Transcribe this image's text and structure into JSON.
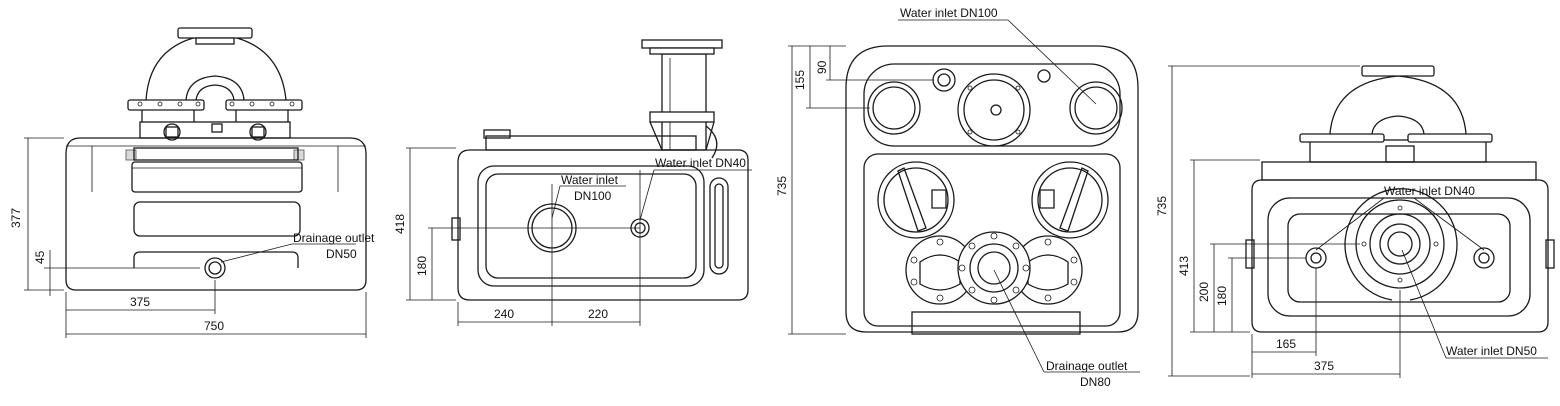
{
  "views": {
    "front": {
      "dims": {
        "height": "377",
        "outlet_height": "45",
        "half_width": "375",
        "width": "750"
      },
      "drainage": {
        "line1": "Drainage outlet",
        "line2": "DN50"
      }
    },
    "side": {
      "dims": {
        "height": "418",
        "inlet_height": "180",
        "offset_a": "240",
        "offset_b": "220"
      },
      "inlet_main": {
        "line1": "Water inlet",
        "line2": "DN100"
      },
      "inlet_small": "Water inlet DN40"
    },
    "top": {
      "dims": {
        "depth": "735",
        "offset_155": "155",
        "offset_90": "90"
      },
      "inlet": "Water inlet DN100",
      "drainage": {
        "line1": "Drainage outlet",
        "line2": "DN80"
      }
    },
    "rear": {
      "dims": {
        "depth": "735",
        "height": "413",
        "h200": "200",
        "h180": "180",
        "w165": "165",
        "w375": "375"
      },
      "inlet_small": "Water inlet DN40",
      "inlet_bottom": "Water inlet DN50"
    }
  }
}
